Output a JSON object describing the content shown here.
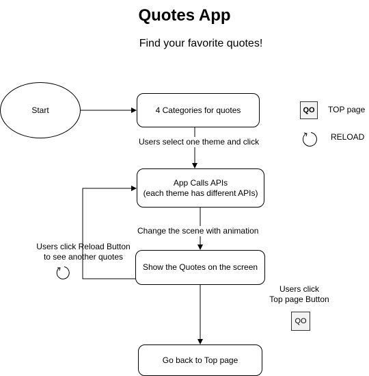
{
  "header": {
    "title": "Quotes App",
    "subtitle": "Find your favorite quotes!"
  },
  "nodes": {
    "start": "Start",
    "categories": "4 Categories for quotes",
    "api_line1": "App Calls APIs",
    "api_line2": "(each theme has different APIs)",
    "show_quotes": "Show the Quotes on the screen",
    "back_top": "Go back to Top page"
  },
  "edge_labels": {
    "select_theme": "Users select one theme and click",
    "change_scene": "Change the scene with animation",
    "reload_line1": "Users click Reload Button",
    "reload_line2": "to see another quotes",
    "top_line1": "Users click",
    "top_line2": "Top page Button"
  },
  "legend": {
    "qo_icon": "QO",
    "top_page_label": "TOP page",
    "reload_label": "RELOAD"
  },
  "icons": {
    "qo_button_text": "QO"
  }
}
